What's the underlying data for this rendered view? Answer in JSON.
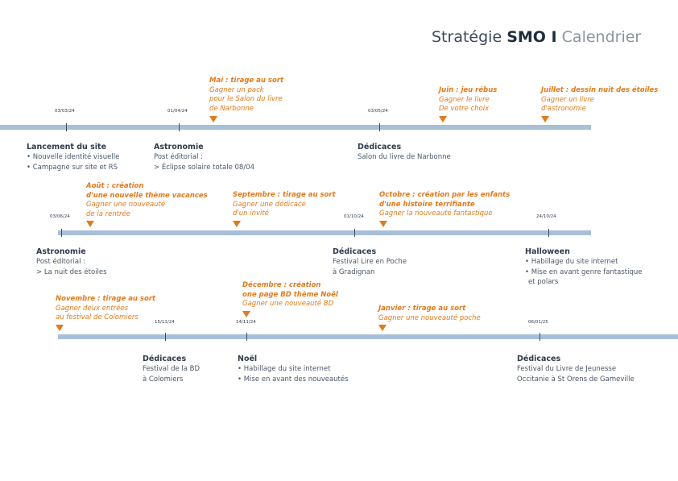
{
  "header": {
    "title_a": "Stratégie ",
    "title_b": "SMO I",
    "title_c": " Calendrier"
  },
  "rows": [
    {
      "dates": [
        "03/03/24",
        "01/04/24",
        "03/05/24"
      ],
      "contests": [
        {
          "heading": "Mai : tirage au sort",
          "lines": [
            "Gagner un pack",
            "pour le Salon du livre",
            "de Narbonne"
          ]
        },
        {
          "heading": "Juin : jeu rébus",
          "lines": [
            "Gagner le livre",
            "De votre choix"
          ]
        },
        {
          "heading": "Juillet : dessin nuit des étoiles",
          "lines": [
            "Gagner un livre",
            "d'astronomie"
          ]
        }
      ],
      "events": [
        {
          "title": "Lancement du site",
          "lines": [
            "• Nouvelle identité visuelle",
            "• Campagne sur site et RS"
          ]
        },
        {
          "title": "Astronomie",
          "lines": [
            "Post éditorial :",
            "> Éclipse solaire totale 08/04"
          ]
        },
        {
          "title": "Dédicaces",
          "lines": [
            "Salon du livre de Narbonne"
          ]
        }
      ]
    },
    {
      "dates": [
        "03/06/24",
        "01/10/24",
        "24/10/24"
      ],
      "contests": [
        {
          "heading": "Août : création",
          "heading2": "d'une nouvelle thème vacances",
          "lines": [
            "Gagner une nouveauté",
            "de la rentrée"
          ]
        },
        {
          "heading": "Septembre : tirage au sort",
          "lines": [
            "Gagner une dédicace",
            "d'un invité"
          ]
        },
        {
          "heading": "Octobre : création par les enfants",
          "heading2": "d'une histoire terrifiante",
          "lines": [
            "Gagner la nouveauté fantastique"
          ]
        }
      ],
      "events": [
        {
          "title": "Astronomie",
          "lines": [
            "Post éditorial :",
            "> La nuit des étoiles"
          ]
        },
        {
          "title": "Dédicaces",
          "lines": [
            "Festival Lire en Poche",
            "à Gradignan"
          ]
        },
        {
          "title": "Halloween",
          "lines": [
            "• Habillage du site internet",
            "• Mise en avant genre fantastique",
            "  et polars"
          ]
        }
      ]
    },
    {
      "dates": [
        "15/11/24",
        "14/11/24",
        "06/01/25"
      ],
      "contests": [
        {
          "heading": "Novembre : tirage au sort",
          "lines": [
            "Gagner deux entrées",
            "au festival de Colomiers"
          ]
        },
        {
          "heading": "Décembre : création",
          "heading2": "one page BD thème Noël",
          "lines": [
            "Gagner une nouveauté BD"
          ]
        },
        {
          "heading": "Janvier : tirage au sort",
          "lines": [
            "Gagner une nouveauté poche"
          ]
        }
      ],
      "events": [
        {
          "title": "Dédicaces",
          "lines": [
            "Festival de la BD",
            "à Colomiers"
          ]
        },
        {
          "title": "Noël",
          "lines": [
            "• Habillage du site internet",
            "• Mise en avant des nouveautés"
          ]
        },
        {
          "title": "Dédicaces",
          "lines": [
            "Festival du Livre de Jeunesse",
            "Occitanie à St Orens de Gameville"
          ]
        }
      ]
    }
  ]
}
